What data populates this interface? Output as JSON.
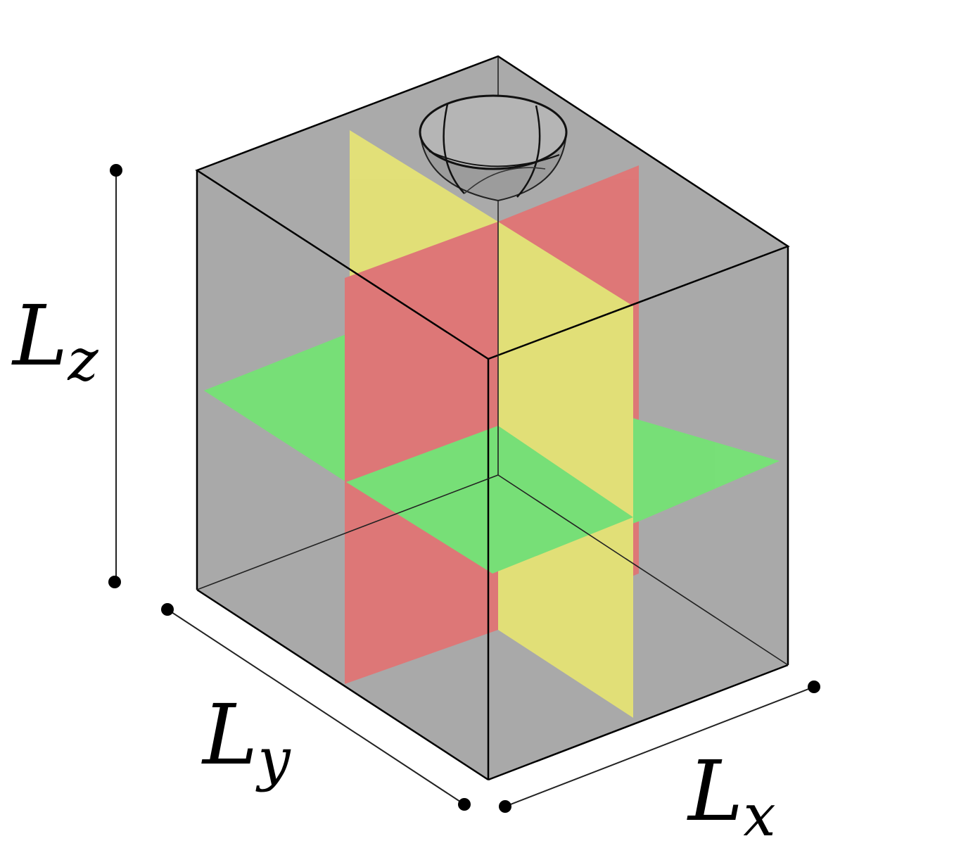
{
  "labels": {
    "lz": {
      "main": "L",
      "sub": "z"
    },
    "ly": {
      "main": "L",
      "sub": "y"
    },
    "lx": {
      "main": "L",
      "sub": "x"
    }
  },
  "colors": {
    "box_fill": "#a8a8a8",
    "box_edge": "#000000",
    "plane_yz": "#e6e474",
    "plane_xz": "#e27474",
    "plane_xy": "#74e474",
    "background": "#ffffff"
  }
}
